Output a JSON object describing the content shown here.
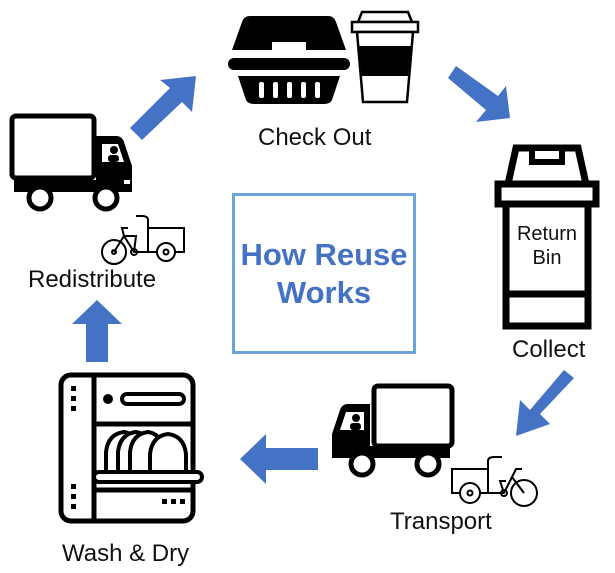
{
  "title": "How Reuse Works",
  "title_lines": [
    "How Reuse",
    "Works"
  ],
  "accent_color": "#4472c4",
  "box_border_color": "#6fa3d6",
  "steps": [
    {
      "label": "Check Out",
      "icons": [
        "takeout-container-icon",
        "coffee-cup-icon"
      ]
    },
    {
      "label": "Collect",
      "icons": [
        "return-bin-icon"
      ],
      "bin_text": [
        "Return",
        "Bin"
      ]
    },
    {
      "label": "Transport",
      "icons": [
        "delivery-truck-icon",
        "cargo-bike-icon"
      ]
    },
    {
      "label": "Wash & Dry",
      "icons": [
        "dishwasher-icon"
      ]
    },
    {
      "label": "Redistribute",
      "icons": [
        "delivery-truck-icon",
        "cargo-bike-icon"
      ]
    }
  ],
  "arrows": [
    "up-right",
    "down-right",
    "down-left",
    "left",
    "up"
  ]
}
